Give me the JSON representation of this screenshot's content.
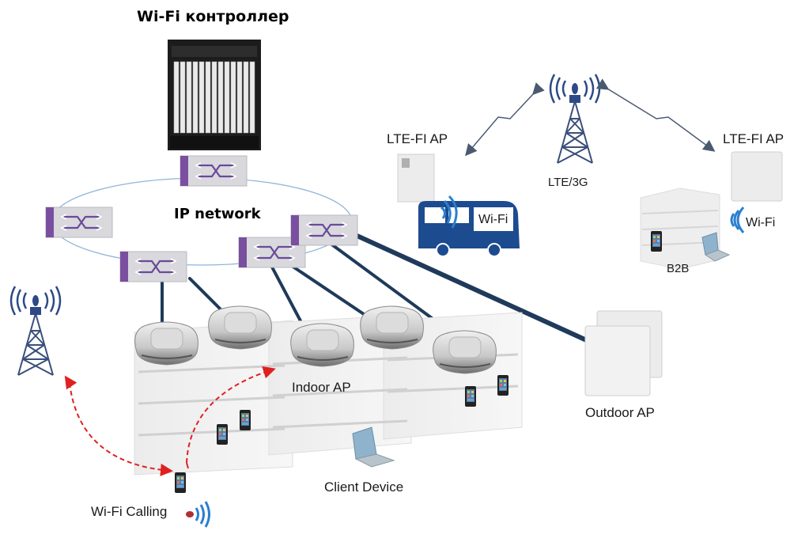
{
  "title": "Wi-Fi контроллер",
  "ip_network_label": "IP network",
  "labels": {
    "lte_fi_ap_left": "LTE-FI AP",
    "lte_fi_ap_right": "LTE-FI AP",
    "lte_3g": "LTE/3G",
    "bus_wifi": "Wi-Fi",
    "b2b_wifi": "Wi-Fi",
    "b2b": "B2B",
    "indoor_ap": "Indoor AP",
    "outdoor_ap": "Outdoor AP",
    "client_device": "Client Device",
    "wifi_calling": "Wi-Fi Calling"
  },
  "colors": {
    "link_dark": "#1f3a5a",
    "ring": "#8fb4d9",
    "switch_purple": "#7a4fa0",
    "switch_body": "#d4d4d8",
    "tower": "#3a4f7a",
    "bus": "#1d4b8f",
    "wifi_waves": "#2a7fd0",
    "calling_arrow": "#e02020"
  },
  "icons": {
    "controller": "chassis-controller-icon",
    "switch": "network-switch-icon",
    "tower": "cell-tower-icon",
    "access_point": "access-point-icon",
    "phone": "smartphone-icon",
    "laptop": "laptop-icon",
    "bus": "bus-icon",
    "building": "building-icon"
  }
}
